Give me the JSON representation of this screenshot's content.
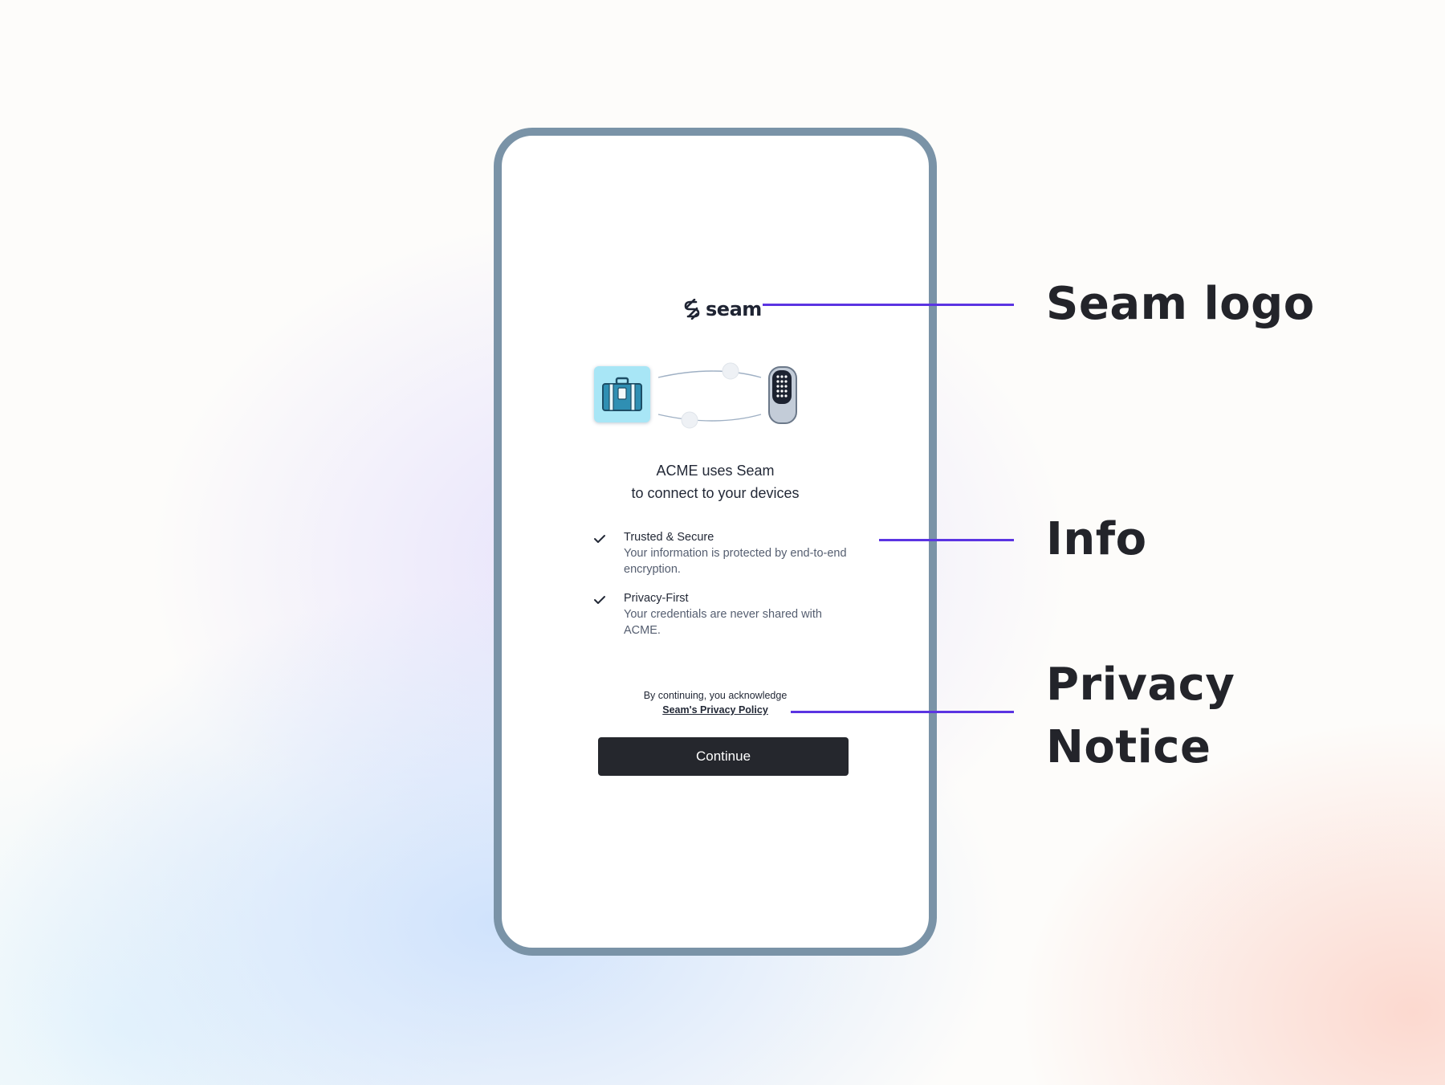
{
  "colors": {
    "accent": "#5b34e2",
    "frame": "#7a93a7",
    "button": "#25272d",
    "text": "#232937",
    "muted": "#555e70"
  },
  "logo": {
    "icon": "seam-logo-icon",
    "text": "seam"
  },
  "illustration": {
    "app_icon": "suitcase-icon",
    "device_icon": "keypad-lock-icon"
  },
  "headline": {
    "line1": "ACME uses Seam",
    "line2": "to connect to your devices"
  },
  "features": [
    {
      "icon": "check-icon",
      "title": "Trusted & Secure",
      "description": "Your information is protected by end-to-end encryption."
    },
    {
      "icon": "check-icon",
      "title": "Privacy-First",
      "description": "Your credentials are never shared with ACME."
    }
  ],
  "privacy": {
    "acknowledge_text": "By continuing, you acknowledge",
    "link_text": "Seam's Privacy Policy"
  },
  "continue_button": {
    "label": "Continue"
  },
  "annotations": {
    "logo_label": "Seam logo",
    "info_label": "Info",
    "privacy_label_line1": "Privacy",
    "privacy_label_line2": "Notice"
  }
}
